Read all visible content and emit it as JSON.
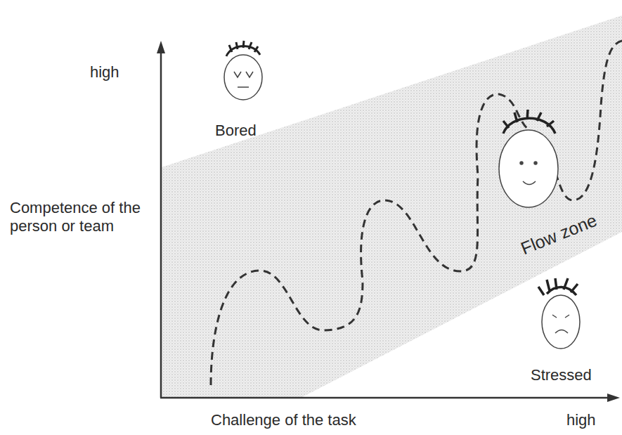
{
  "diagram": {
    "labels": [
      "high",
      "Bored",
      "Competence of the person or team",
      "Flow zone",
      "Stressed",
      "Challenge of the task",
      "high"
    ]
  }
}
